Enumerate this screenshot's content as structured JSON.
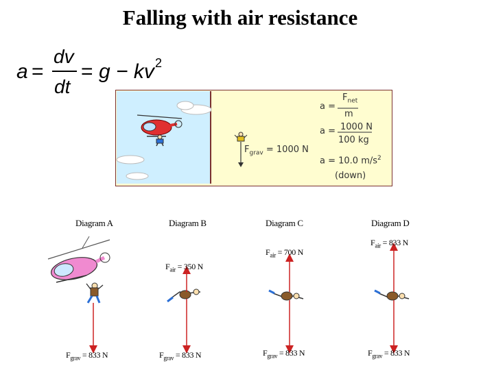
{
  "title": "Falling with air resistance",
  "equation": {
    "a": "a",
    "eq1": "=",
    "dv": "dv",
    "dt": "dt",
    "eq2": "=",
    "rhs": "g − kv",
    "exp": "2"
  },
  "animation_panel": {
    "a_eq": "a =",
    "fnet": "F",
    "fnet_sub": "net",
    "m": "m",
    "a_eq2": "a =",
    "num": "1000 N",
    "den": "100 kg",
    "result": "a = 10.0 m/s",
    "result_exp": "2",
    "direction": "(down)",
    "fgrav": "F",
    "fgrav_sub": "grav",
    "fgrav_val": "= 1000 N"
  },
  "diagrams": [
    {
      "label": "Diagram A",
      "fair": "",
      "fgrav": "F",
      "fgrav_sub": "grav",
      "fgrav_val": "= 833 N"
    },
    {
      "label": "Diagram B",
      "fair": "F",
      "fair_sub": "air",
      "fair_val": "= 350 N",
      "fgrav": "F",
      "fgrav_sub": "grav",
      "fgrav_val": "= 833 N"
    },
    {
      "label": "Diagram C",
      "fair": "F",
      "fair_sub": "air",
      "fair_val": "= 700 N",
      "fgrav": "F",
      "fgrav_sub": "grav",
      "fgrav_val": "= 833 N"
    },
    {
      "label": "Diagram D",
      "fair": "F",
      "fair_sub": "air",
      "fair_val": "= 833 N",
      "fgrav": "F",
      "fgrav_sub": "grav",
      "fgrav_val": "= 833 N"
    }
  ],
  "colors": {
    "arrow": "#cc2222",
    "helicopter_pink": "#f08ad0",
    "helicopter_red": "#e03030",
    "sky": "#cfefff",
    "panel_yellow": "#fffdd0"
  }
}
